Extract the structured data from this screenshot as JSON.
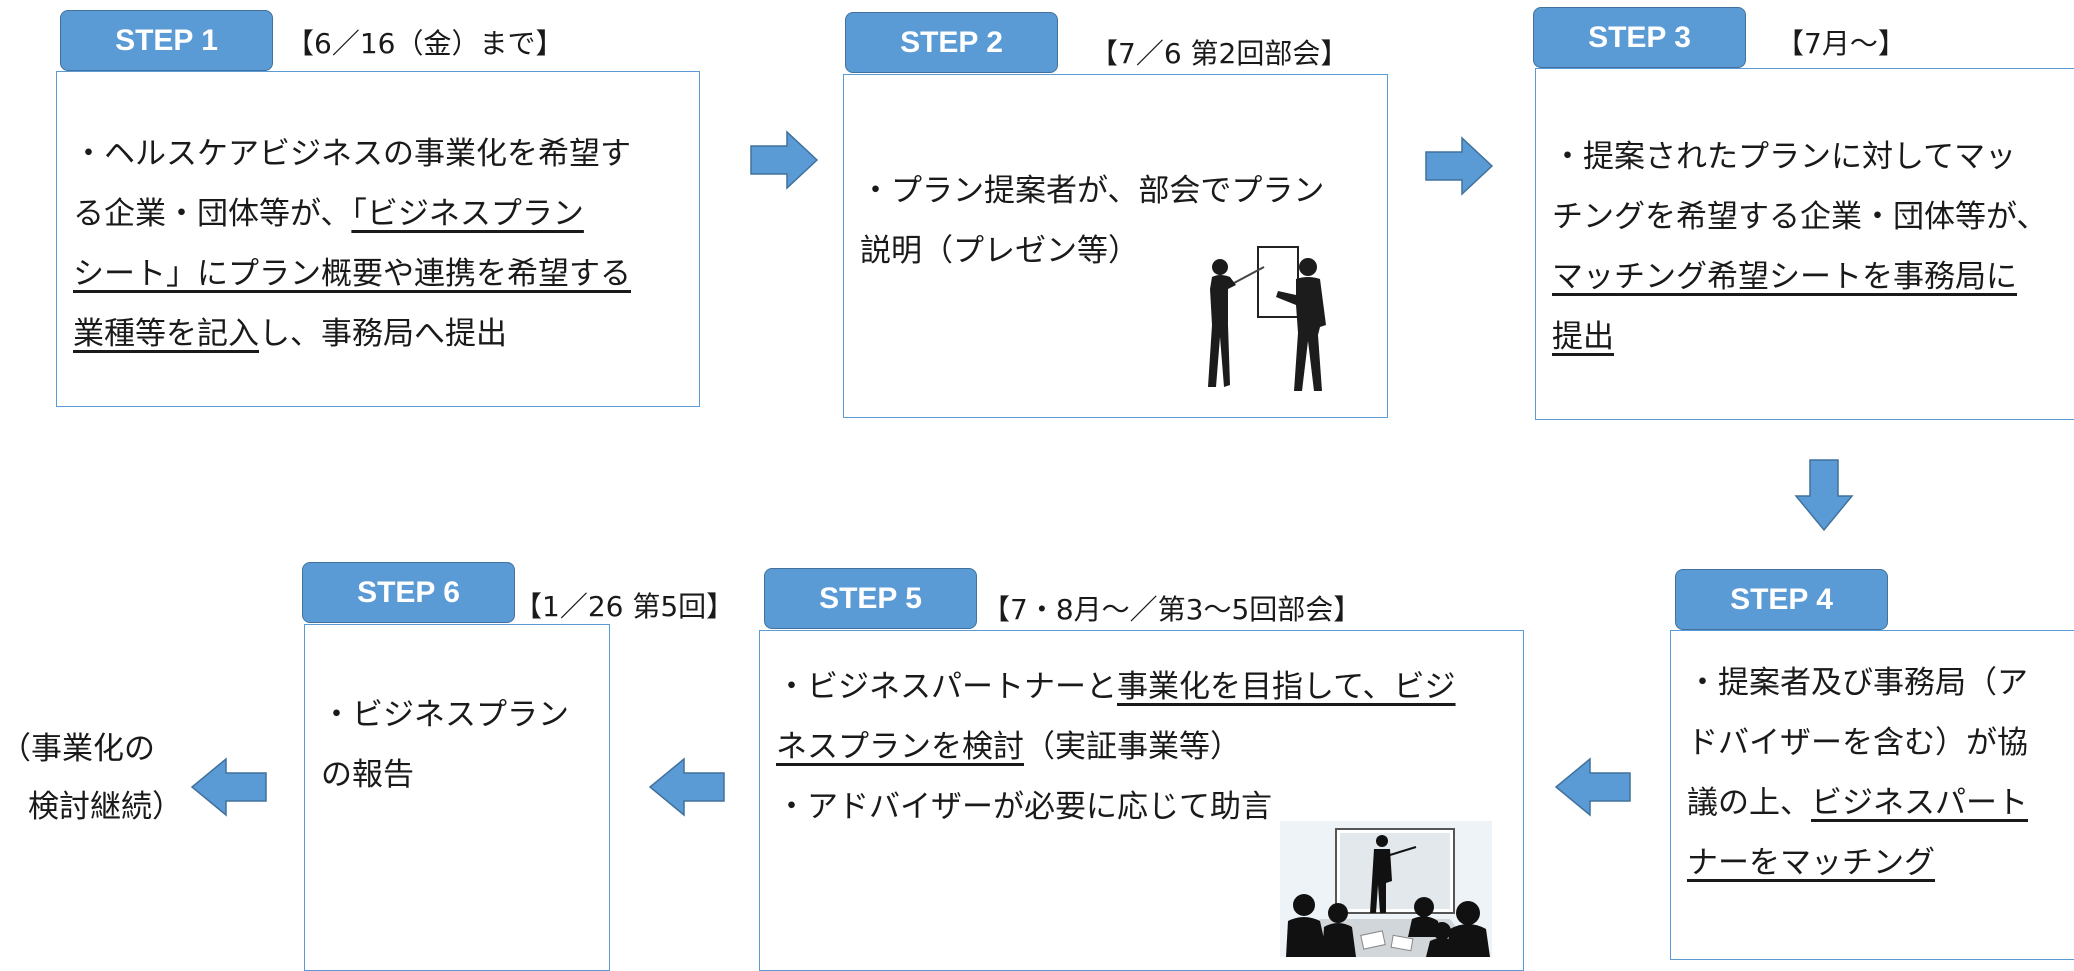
{
  "steps": [
    {
      "label": "STEP 1",
      "date": "【6／16（金）まで】",
      "lines": [
        [
          {
            "t": "・ヘルスケアビジネスの事業化を希望す"
          }
        ],
        [
          {
            "t": "る企業・団体等が、"
          },
          {
            "t": "「ビジネスプラン",
            "u": true
          }
        ],
        [
          {
            "t": "シート」にプラン概要や連携を希望する",
            "u": true
          }
        ],
        [
          {
            "t": "業種等を記入",
            "u": true
          },
          {
            "t": "し、事務局へ提出"
          }
        ]
      ]
    },
    {
      "label": "STEP 2",
      "date": "【7／6 第2回部会】",
      "lines": [
        [
          {
            "t": "・プラン提案者が、部会でプラン"
          }
        ],
        [
          {
            "t": "説明（プレゼン等）"
          }
        ]
      ]
    },
    {
      "label": "STEP 3",
      "date": "【7月～】",
      "lines": [
        [
          {
            "t": "・提案されたプランに対してマッ"
          }
        ],
        [
          {
            "t": "チングを希望する企業・団体等が、"
          }
        ],
        [
          {
            "t": "マッチング希望シートを事務局に",
            "u": true
          }
        ],
        [
          {
            "t": "提出",
            "u": true
          }
        ]
      ]
    },
    {
      "label": "STEP 4",
      "date": "",
      "lines": [
        [
          {
            "t": "・提案者及び事務局（ア"
          }
        ],
        [
          {
            "t": "ドバイザーを含む）が協"
          }
        ],
        [
          {
            "t": "議の上、"
          },
          {
            "t": "ビジネスパート",
            "u": true
          }
        ],
        [
          {
            "t": "ナーをマッチング",
            "u": true
          }
        ]
      ]
    },
    {
      "label": "STEP 5",
      "date": "【7・8月～／第3～5回部会】",
      "lines": [
        [
          {
            "t": "・ビジネスパートナーと"
          },
          {
            "t": "事業化を目指して、ビジ",
            "u": true
          }
        ],
        [
          {
            "t": "ネスプランを検討",
            "u": true
          },
          {
            "t": "（実証事業等）"
          }
        ],
        [
          {
            "t": "・アドバイザーが必要に応じて助言"
          }
        ]
      ]
    },
    {
      "label": "STEP 6",
      "date": "【1／26 第5回】",
      "lines": [
        [
          {
            "t": "・ビジネスプラン"
          }
        ],
        [
          {
            "t": "の報告"
          }
        ]
      ]
    }
  ],
  "final_note": [
    "（事業化の",
    "検討継続）"
  ],
  "colors": {
    "accent": "#5b9bd5",
    "accent_border": "#41719c",
    "arrow": "#5b9bd5"
  },
  "icons": [
    "presenter-silhouette-icon",
    "meeting-silhouette-icon",
    "arrow-right-icon",
    "arrow-down-icon",
    "arrow-left-icon"
  ]
}
